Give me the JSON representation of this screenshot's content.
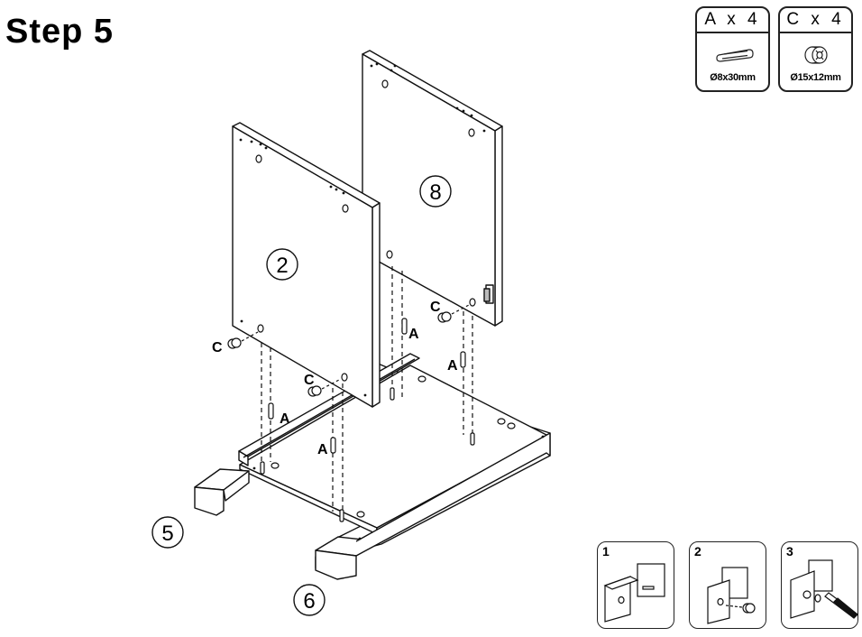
{
  "title": "Step 5",
  "hardware": [
    {
      "count_label": "A x 4",
      "size": "Ø8x30mm",
      "icon": "dowel-icon"
    },
    {
      "count_label": "C x 4",
      "size": "Ø15x12mm",
      "icon": "cam-lock-icon"
    }
  ],
  "parts": {
    "panel_left": "2",
    "panel_right": "8",
    "base_front": "5",
    "base_back": "6"
  },
  "callouts": {
    "dowel": "A",
    "cam": "C"
  },
  "sub_steps": [
    "1",
    "2",
    "3"
  ]
}
